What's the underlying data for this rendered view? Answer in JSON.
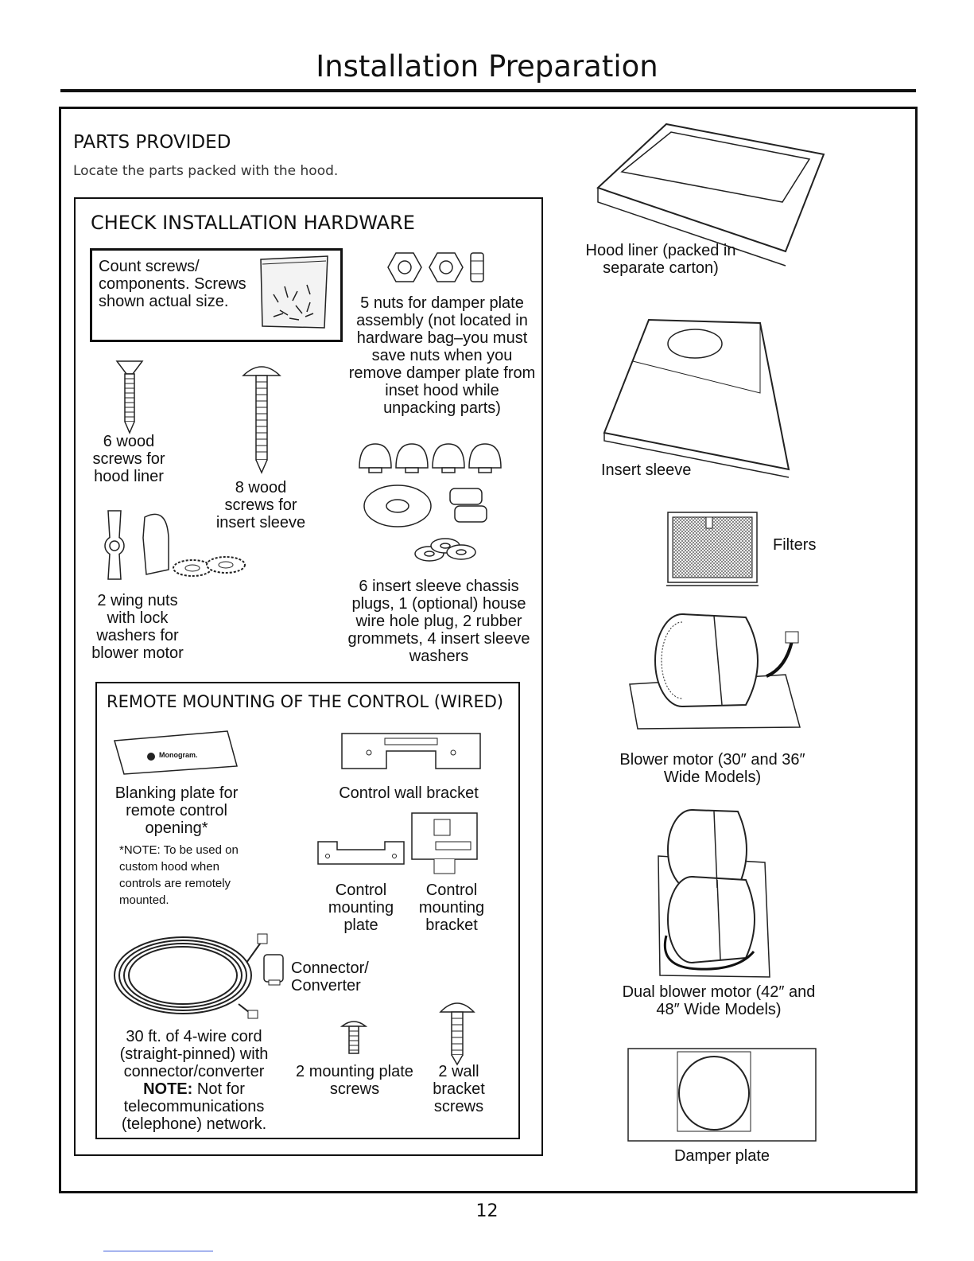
{
  "page": {
    "title": "Installation Preparation",
    "page_number": "12"
  },
  "parts_provided": {
    "heading": "PARTS PROVIDED",
    "intro": "Locate the parts packed with the hood."
  },
  "hardware": {
    "heading": "CHECK INSTALLATION HARDWARE",
    "count_note": "Count screws/ components. Screws shown actual size.",
    "items": {
      "wood_screws_liner": "6 wood screws for hood liner",
      "wood_screws_sleeve": "8 wood screws for insert sleeve",
      "wing_nuts": "2 wing nuts with lock washers for blower motor",
      "nuts_damper": "5 nuts for damper plate assembly (not located in hardware bag–you must save nuts when you remove damper plate from inset hood while unpacking parts)",
      "chassis_plugs": "6 insert sleeve chassis plugs, 1 (optional) house wire hole plug, 2 rubber grommets, 4 insert sleeve washers"
    }
  },
  "remote": {
    "heading": "REMOTE MOUNTING OF THE CONTROL (WIRED)",
    "blanking_plate": "Blanking plate for remote control opening*",
    "blanking_brand": "Monogram.",
    "note_star": "*NOTE: To be used on custom hood when controls are remotely mounted.",
    "wall_bracket": "Control wall bracket",
    "mounting_plate": "Control mounting plate",
    "mounting_bracket": "Control mounting bracket",
    "connector": "Connector/ Converter",
    "cord": "30 ft. of 4-wire cord (straight-pinned) with connector/converter",
    "cord_note_bold": "NOTE:",
    "cord_note": "Not for telecommunications (telephone) network.",
    "plate_screws": "2 mounting plate screws",
    "bracket_screws": "2 wall bracket screws"
  },
  "right_parts": {
    "hood_liner": "Hood liner (packed in separate carton)",
    "insert_sleeve": "Insert sleeve",
    "filters": "Filters",
    "blower": "Blower motor (30″ and 36″ Wide Models)",
    "dual_blower": "Dual blower motor (42″ and 48″ Wide Models)",
    "damper": "Damper plate"
  }
}
